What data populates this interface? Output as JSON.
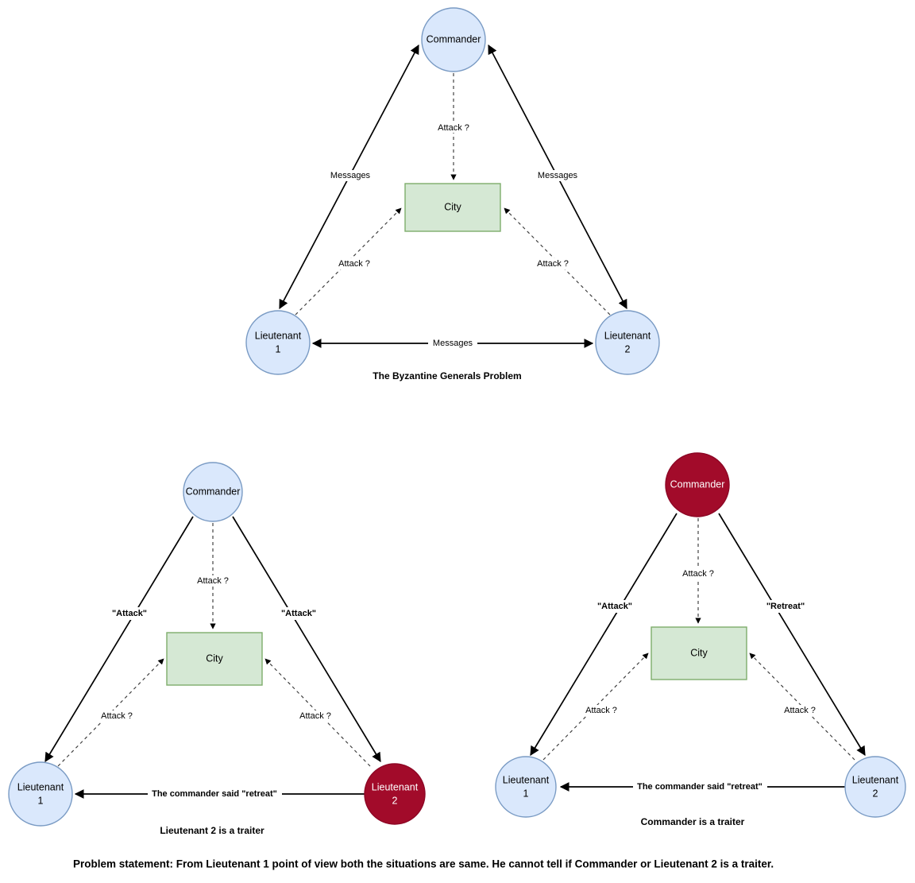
{
  "page": {
    "title": "The Byzantine Generals Problem",
    "background_color": "#ffffff",
    "colors": {
      "node_blue_fill": "#dae8fc",
      "node_blue_stroke": "#7a9bc4",
      "node_red_fill": "#a20b2a",
      "node_red_stroke": "#8d0725",
      "city_fill": "#d5e8d4",
      "city_stroke": "#7ead6b",
      "edge": "#000000",
      "text": "#000000",
      "text_on_red": "#ffffff"
    }
  },
  "diagrams": {
    "top": {
      "caption": "The Byzantine Generals Problem",
      "nodes": {
        "commander": {
          "label": "Commander",
          "shape": "circle",
          "color": "blue"
        },
        "city": {
          "label": "City",
          "shape": "rect",
          "color": "green"
        },
        "lieutenant1": {
          "label_line1": "Lieutenant",
          "label_line2": "1",
          "shape": "circle",
          "color": "blue"
        },
        "lieutenant2": {
          "label_line1": "Lieutenant",
          "label_line2": "2",
          "shape": "circle",
          "color": "blue"
        }
      },
      "edges": {
        "commander_to_city": "Attack ?",
        "left_messages": "Messages",
        "right_messages": "Messages",
        "lieutenant1_to_city": "Attack ?",
        "lieutenant2_to_city": "Attack ?",
        "lieutenant_to_lieutenant": "Messages"
      }
    },
    "bottom_left": {
      "caption": "Lieutenant 2 is a traiter",
      "nodes": {
        "commander": {
          "label": "Commander",
          "shape": "circle",
          "color": "blue"
        },
        "city": {
          "label": "City",
          "shape": "rect",
          "color": "green"
        },
        "lieutenant1": {
          "label_line1": "Lieutenant",
          "label_line2": "1",
          "shape": "circle",
          "color": "blue"
        },
        "lieutenant2": {
          "label_line1": "Lieutenant",
          "label_line2": "2",
          "shape": "circle",
          "color": "red"
        }
      },
      "edges": {
        "commander_to_city": "Attack ?",
        "commander_to_lieutenant1": "\"Attack\"",
        "commander_to_lieutenant2": "\"Attack\"",
        "lieutenant1_to_city": "Attack ?",
        "lieutenant2_to_city": "Attack ?",
        "lieutenant2_to_lieutenant1": "The commander said \"retreat\""
      }
    },
    "bottom_right": {
      "caption": "Commander is a traiter",
      "nodes": {
        "commander": {
          "label": "Commander",
          "shape": "circle",
          "color": "red"
        },
        "city": {
          "label": "City",
          "shape": "rect",
          "color": "green"
        },
        "lieutenant1": {
          "label_line1": "Lieutenant",
          "label_line2": "1",
          "shape": "circle",
          "color": "blue"
        },
        "lieutenant2": {
          "label_line1": "Lieutenant",
          "label_line2": "2",
          "shape": "circle",
          "color": "blue"
        }
      },
      "edges": {
        "commander_to_city": "Attack ?",
        "commander_to_lieutenant1": "\"Attack\"",
        "commander_to_lieutenant2": "\"Retreat\"",
        "lieutenant1_to_city": "Attack ?",
        "lieutenant2_to_city": "Attack ?",
        "lieutenant2_to_lieutenant1": "The commander said \"retreat\""
      }
    }
  },
  "problem_statement": "Problem statement: From Lieutenant 1  point of view both the situations are same. He cannot tell if Commander or Lieutenant 2 is a traiter."
}
